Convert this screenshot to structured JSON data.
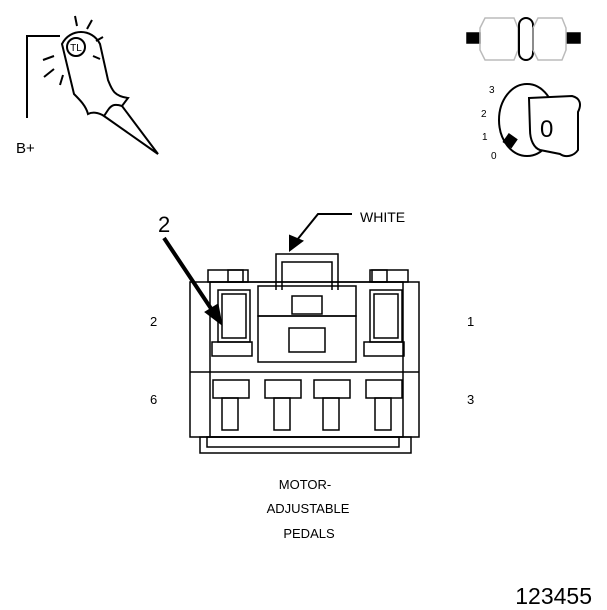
{
  "probe": {
    "label": "B+"
  },
  "key_positions": [
    "0",
    "1",
    "2",
    "3"
  ],
  "key_current": "0",
  "callouts": {
    "pointer_number": "2",
    "wire_color": "WHITE"
  },
  "pins": [
    "1",
    "2",
    "3",
    "6"
  ],
  "connector_name": [
    "MOTOR-",
    "ADJUSTABLE",
    "PEDALS"
  ],
  "figure_number": "123455",
  "colors": {
    "ink": "#000000",
    "paper": "#ffffff"
  }
}
